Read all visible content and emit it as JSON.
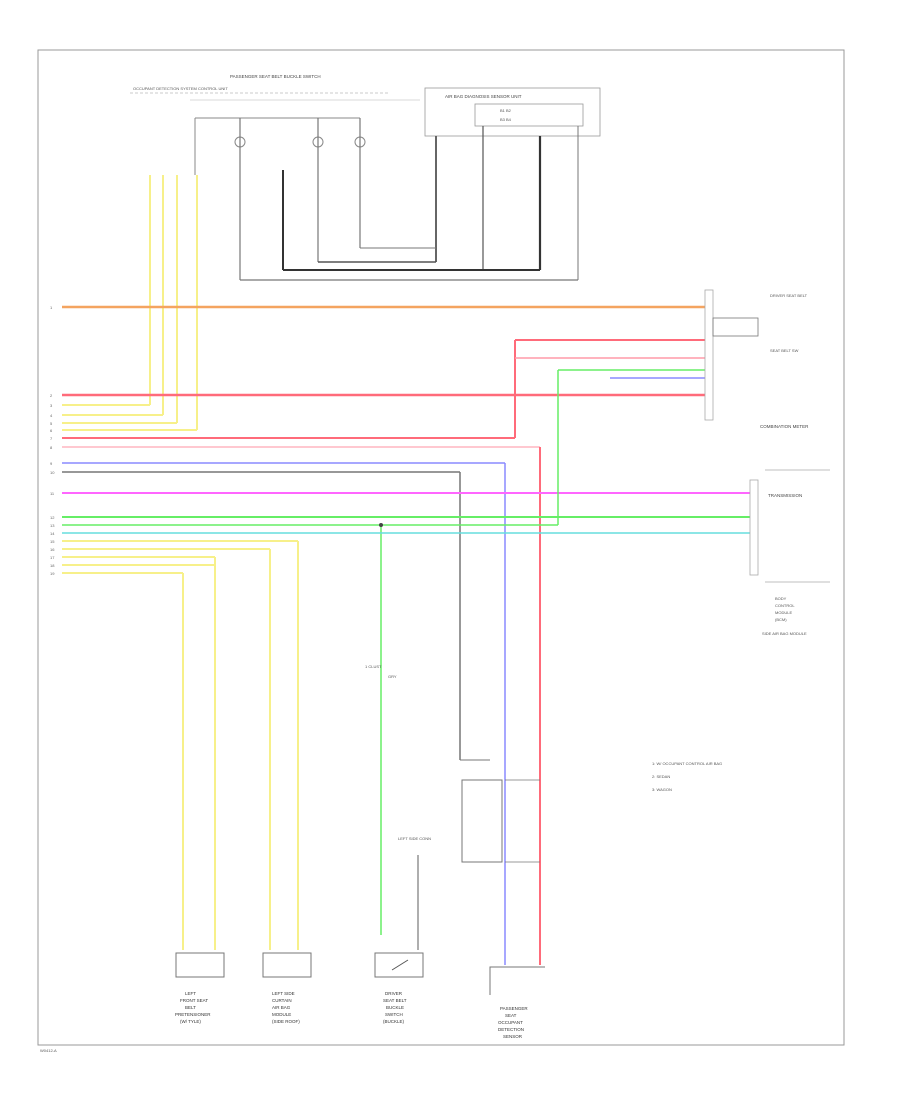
{
  "diagram": {
    "footer_id": "W0412-A",
    "header_label": "PASSENGER SEAT BELT BUCKLE SWITCH",
    "top_left_label": "OCCUPANT DETECTION SYSTEM CONTROL UNIT",
    "box_title": "AIR BAG DIAGNOSIS SENSOR UNIT",
    "box_sub1": "B1 B2",
    "box_sub2": "B3 B4",
    "right_label_top": "DRIVER SEAT BELT",
    "right_label_sub": "SEAT BELT SW",
    "combination_meter": "COMBINATION METER",
    "transmission": "TRANSMISSION",
    "right_block_lines": [
      "BODY",
      "CONTROL",
      "MODULE",
      "(BCM)",
      "SIDE AIR BAG MODULE"
    ],
    "legend": [
      "1: W/ OCCUPANT CONTROL AIR BAG",
      "2: SEDAN",
      "3: WAGON"
    ],
    "bottom_components": [
      {
        "lines": [
          "LEFT",
          "FRONT SEAT",
          "BELT",
          "PRETENSIONER",
          "(W/ TYLE)"
        ]
      },
      {
        "lines": [
          "LEFT SIDE",
          "CURTAIN",
          "AIR BAG",
          "MODULE",
          "(SIDE ROOF)"
        ]
      },
      {
        "lines": [
          "DRIVER",
          "SEAT BELT",
          "BUCKLE",
          "SWITCH",
          "(BUCKLE)"
        ]
      },
      {
        "lines": [
          "PASSENGER",
          "SEAT",
          "OCCUPANT",
          "DETECTION",
          "SENSOR"
        ]
      }
    ],
    "mid_labels": [
      "1 CLUST",
      "GRY"
    ],
    "left_side_conn": "LEFT SIDE CONN"
  }
}
